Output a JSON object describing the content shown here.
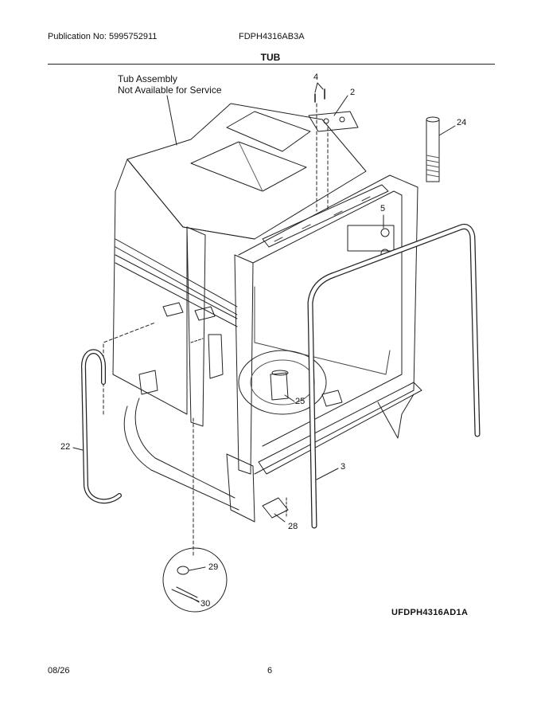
{
  "header": {
    "publication": "Publication No: 5995752911",
    "model": "FDPH4316AB3A",
    "section": "TUB"
  },
  "diagram": {
    "note_line1": "Tub Assembly",
    "note_line2": "Not Available for Service",
    "callouts": {
      "c2": "2",
      "c3": "3",
      "c4": "4",
      "c5": "5",
      "c22": "22",
      "c24": "24",
      "c25": "25",
      "c28": "28",
      "c29": "29",
      "c30": "30"
    },
    "drawing_id": "UFDPH4316AD1A"
  },
  "footer": {
    "date": "08/26",
    "page": "6"
  }
}
